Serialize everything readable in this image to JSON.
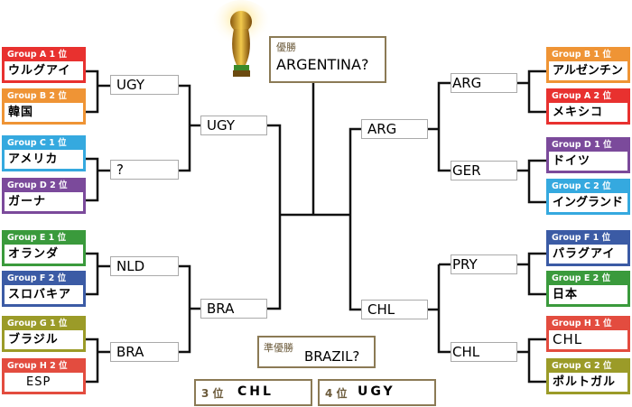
{
  "champion": {
    "label": "優勝",
    "team": "ARGENTINA?"
  },
  "runner_up": {
    "label": "準優勝",
    "team": "BRAZIL?"
  },
  "third": {
    "label": "3 位",
    "team": "CHL"
  },
  "fourth": {
    "label": "4 位",
    "team": "UGY"
  },
  "left_groups": [
    {
      "header": "Group A  1 位",
      "team": "ウルグアイ",
      "color": "#e8312f"
    },
    {
      "header": "Group B  2 位",
      "team": "韓国",
      "color": "#ef9435"
    },
    {
      "header": "Group C  1 位",
      "team": "アメリカ",
      "color": "#35a9df"
    },
    {
      "header": "Group D  2 位",
      "team": "ガーナ",
      "color": "#7b4a9b"
    },
    {
      "header": "Group E  1 位",
      "team": "オランダ",
      "color": "#3a9a3c"
    },
    {
      "header": "Group F  2 位",
      "team": "スロバキア",
      "color": "#3b5ba5"
    },
    {
      "header": "Group G  1 位",
      "team": "ブラジル",
      "color": "#9b9b28"
    },
    {
      "header": "Group H  2 位",
      "team": "ESP",
      "color": "#e34c3f"
    }
  ],
  "right_groups": [
    {
      "header": "Group B  1 位",
      "team": "アルゼンチン",
      "color": "#ef9435"
    },
    {
      "header": "Group A  2 位",
      "team": "メキシコ",
      "color": "#e8312f"
    },
    {
      "header": "Group D  1 位",
      "team": "ドイツ",
      "color": "#7b4a9b"
    },
    {
      "header": "Group C  2 位",
      "team": "イングランド",
      "color": "#35a9df"
    },
    {
      "header": "Group F  1 位",
      "team": "パラグアイ",
      "color": "#3b5ba5"
    },
    {
      "header": "Group E  2 位",
      "team": "日本",
      "color": "#3a9a3c"
    },
    {
      "header": "Group H  1 位",
      "team": "CHL",
      "color": "#e34c3f"
    },
    {
      "header": "Group G  2 位",
      "team": "ポルトガル",
      "color": "#9b9b28"
    }
  ],
  "left_r16": [
    "UGY",
    "?",
    "NLD",
    "BRA"
  ],
  "left_qf": [
    "UGY",
    "BRA"
  ],
  "right_r16": [
    "ARG",
    "GER",
    "PRY",
    "CHL"
  ],
  "right_qf": [
    "ARG",
    "CHL"
  ]
}
